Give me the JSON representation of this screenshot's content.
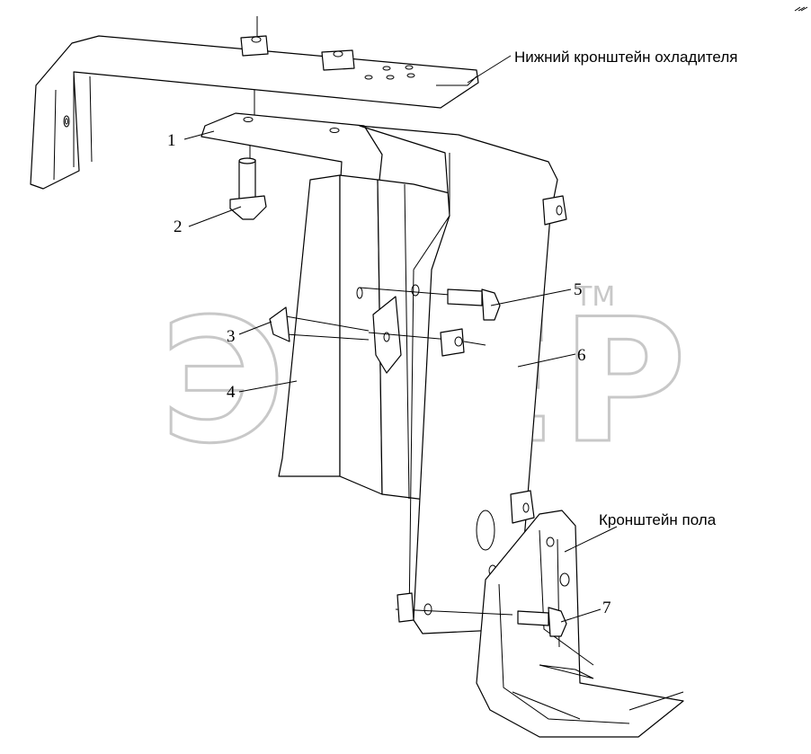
{
  "labels": {
    "cooler_bracket": "Нижний кронштейн охладителя",
    "floor_bracket": "Кронштейн пола"
  },
  "callouts": [
    "1",
    "2",
    "3",
    "4",
    "5",
    "6",
    "7"
  ],
  "watermark": {
    "text": "ЭПЕР",
    "tm": "ТМ"
  }
}
